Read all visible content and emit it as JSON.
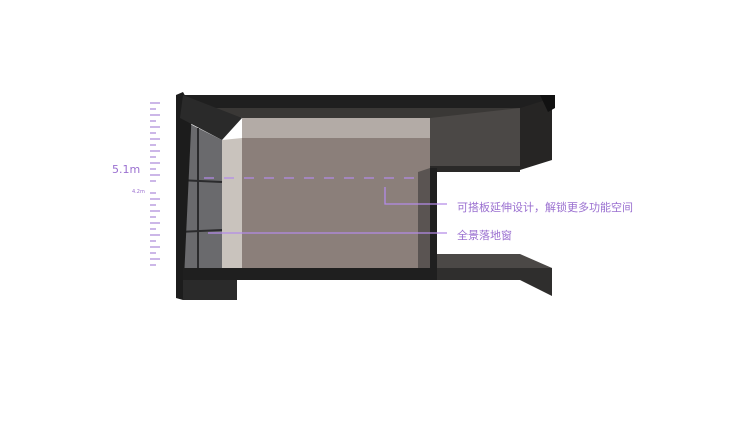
{
  "measurements": {
    "height_main": "5.1m",
    "height_sub": "4.2m"
  },
  "annotations": {
    "mezzanine_note": "可搭板延伸设计，解锁更多功能空间",
    "window_note": "全景落地窗"
  },
  "colors": {
    "accent": "#9a6fd0",
    "structure_dark": "#1f1f1f",
    "interior_wall": "#8b7f7a",
    "ceiling": "#b3aba6",
    "glass": "#6a6a6d"
  }
}
